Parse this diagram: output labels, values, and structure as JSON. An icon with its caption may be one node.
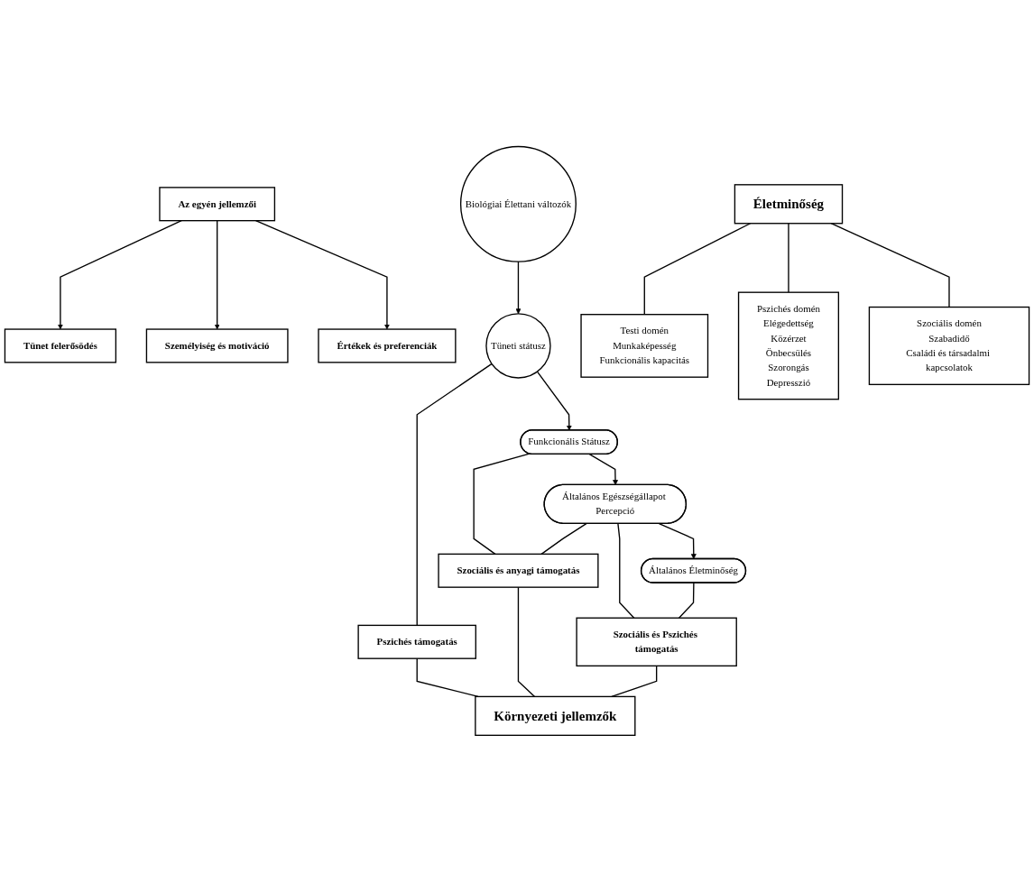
{
  "diagram": {
    "nodes": [
      {
        "text": [
          "Az egyén jellemzői"
        ]
      },
      {
        "text": [
          "Tünet felerősödés"
        ]
      },
      {
        "text": [
          "Személyiség és motiváció"
        ]
      },
      {
        "text": [
          "Értékek és preferenciák"
        ]
      },
      {
        "text": [
          "Biológiai Élettani változók"
        ]
      },
      {
        "text": [
          "Tüneti státusz"
        ]
      },
      {
        "text": [
          "Funkcionális Státusz"
        ]
      },
      {
        "text": [
          "Általános Egészségállapot Percepció"
        ]
      },
      {
        "text": [
          "Általános Életminőség"
        ]
      },
      {
        "text": [
          "Pszichés támogatás"
        ]
      },
      {
        "text": [
          "Szociális és anyagi támogatás"
        ]
      },
      {
        "text": [
          "Szociális és Pszichés támogatás"
        ]
      },
      {
        "text": [
          "Környezeti jellemzők"
        ]
      },
      {
        "text": [
          "Életminőség"
        ]
      },
      {
        "text": [
          "Testi domén",
          "Munkaképesség",
          "Funkcionális kapacitás"
        ]
      },
      {
        "text": [
          "Pszichés domén",
          "Elégedettség",
          "Közérzet",
          "Önbecsülés",
          "Szorongás",
          "Depresszió"
        ]
      },
      {
        "text": [
          "Szociális domén",
          "Szabadidő",
          "Családi és társadalmi kapcsolatok"
        ]
      }
    ],
    "edges": [
      {
        "from": 0,
        "to": 1,
        "arrow": "to"
      },
      {
        "from": 0,
        "to": 2,
        "arrow": "to"
      },
      {
        "from": 0,
        "to": 3,
        "arrow": "to"
      },
      {
        "from": 4,
        "to": 5,
        "arrow": "to"
      },
      {
        "from": 5,
        "to": 6,
        "arrow": "to"
      },
      {
        "from": 6,
        "to": 7,
        "arrow": "to"
      },
      {
        "from": 7,
        "to": 8,
        "arrow": "to"
      },
      {
        "from": 5,
        "to": 9,
        "arrow": "none"
      },
      {
        "from": 6,
        "to": 10,
        "arrow": "none"
      },
      {
        "from": 7,
        "to": 10,
        "arrow": "none"
      },
      {
        "from": 7,
        "to": 11,
        "arrow": "none"
      },
      {
        "from": 8,
        "to": 11,
        "arrow": "none"
      },
      {
        "from": 9,
        "to": 12,
        "arrow": "none"
      },
      {
        "from": 10,
        "to": 12,
        "arrow": "none"
      },
      {
        "from": 11,
        "to": 12,
        "arrow": "none"
      },
      {
        "from": 13,
        "to": 14,
        "arrow": "none"
      },
      {
        "from": 13,
        "to": 15,
        "arrow": "none"
      },
      {
        "from": 13,
        "to": 16,
        "arrow": "none"
      }
    ]
  }
}
